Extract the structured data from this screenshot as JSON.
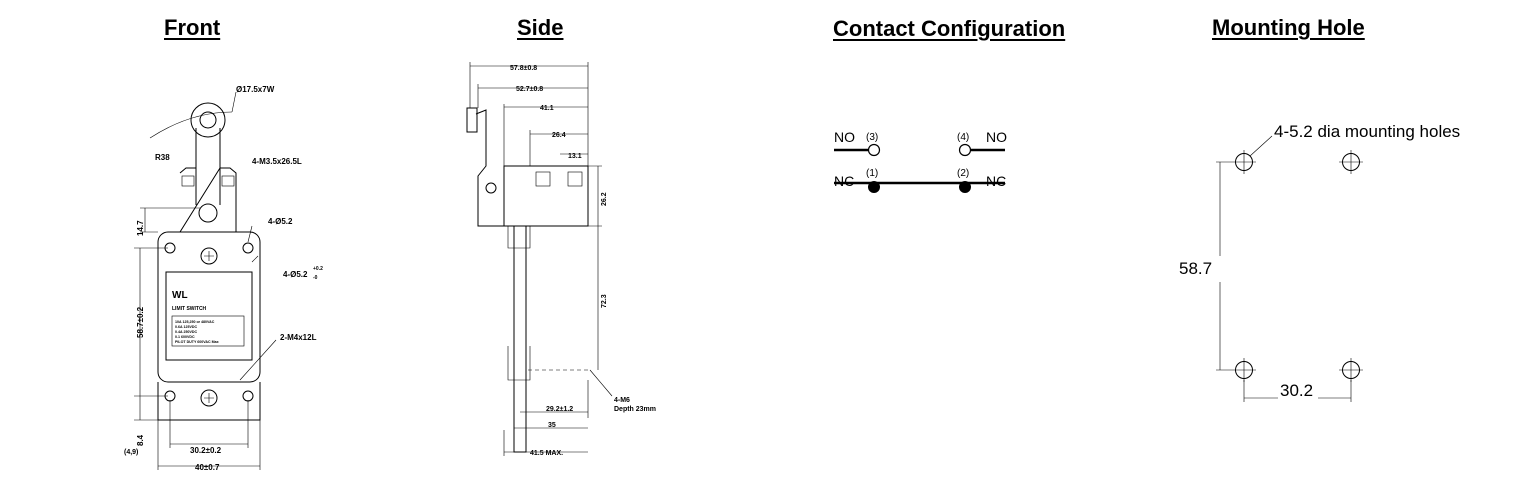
{
  "titles": {
    "front": "Front",
    "side": "Side",
    "contact": "Contact Configuration",
    "mounting": "Mounting Hole"
  },
  "front": {
    "roller": "Ø17.5x7W",
    "radius": "R38",
    "screw_top": "4-M3.5x26.5L",
    "hole_a": "4-Ø5.2",
    "hole_b": "4-Ø5.2",
    "tol_plus": "+0.2",
    "tol_minus": "-0",
    "h_top": "14.7",
    "h_main": "58.7±0.2",
    "screw_bottom": "2-M4x12L",
    "h_base": "8.4",
    "h_base_paren": "(4,9)",
    "w_holes": "30.2±0.2",
    "w_total": "40±0.7",
    "label_brand": "WL",
    "label_type": "LIMIT SWITCH",
    "rating_lines": [
      "10A 125,250 or 480VAC",
      "0.6A 125VDC",
      "0.4A 250VDC",
      "0.1 600VDC",
      "PILOT DUTY 600VAC Max"
    ]
  },
  "side": {
    "d1": "57.8±0.8",
    "d2": "52.7±0.8",
    "d3": "41.1",
    "d4": "26.4",
    "d5": "13.1",
    "d6": "26.2",
    "d7": "72.3",
    "d8": "29.2±1.2",
    "d9": "35",
    "d10": "41.5 MAX.",
    "thread": "4-M6",
    "depth": "Depth 23mm"
  },
  "contact": {
    "no_left": "NO",
    "no_right": "NO",
    "nc_left": "NC",
    "nc_right": "NC",
    "t3": "(3)",
    "t4": "(4)",
    "t1": "(1)",
    "t2": "(2)"
  },
  "mounting": {
    "holes_label": "4-5.2 dia mounting holes",
    "vertical": "58.7",
    "horizontal": "30.2"
  }
}
